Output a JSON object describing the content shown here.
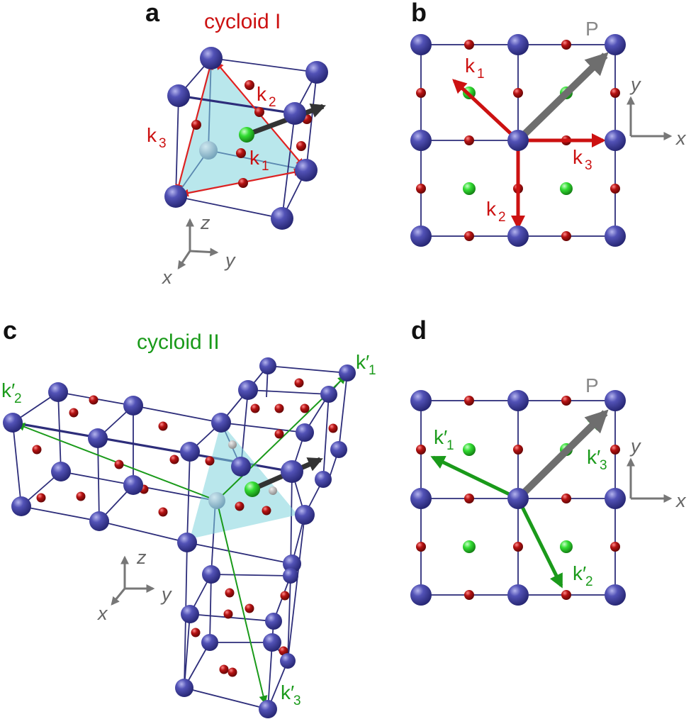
{
  "panels": {
    "a": {
      "letter": "a",
      "title": "cycloid I"
    },
    "b": {
      "letter": "b"
    },
    "c": {
      "letter": "c",
      "title": "cycloid II"
    },
    "d": {
      "letter": "d"
    }
  },
  "labels": {
    "k": "k",
    "k_prime": "k′",
    "k1_sub": "1",
    "k2_sub": "2",
    "k3_sub": "3",
    "P": "P",
    "x": "x",
    "y": "y",
    "z": "z"
  },
  "colors": {
    "atom_blue": "#3c3c9c",
    "atom_red": "#b01010",
    "atom_green": "#22cc22",
    "lattice_edge": "#2d2d7a",
    "k_red": "#cc1111",
    "k_green": "#1a9a1a",
    "polarization_gray": "#777777",
    "plane_cyan": "#7fd4dc"
  }
}
